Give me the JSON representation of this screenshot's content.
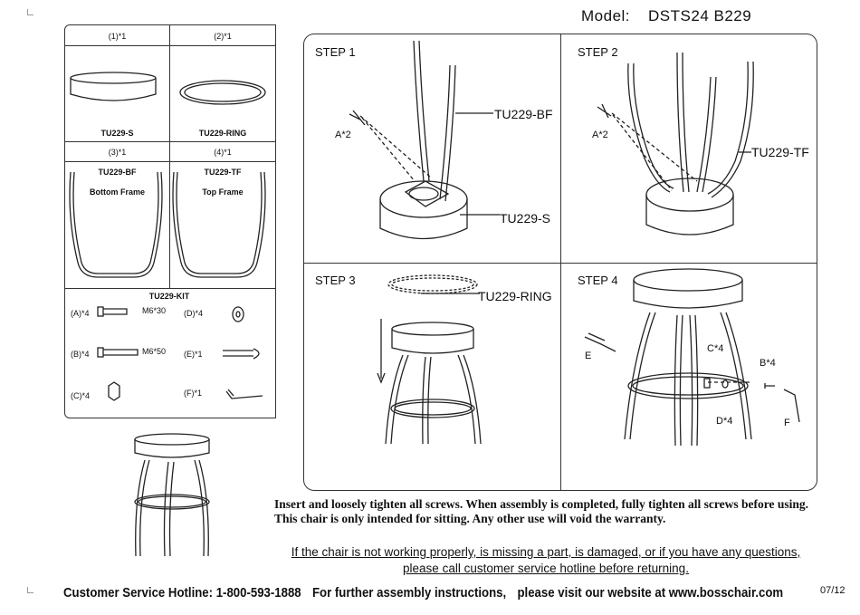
{
  "model": {
    "label": "Model:",
    "value": "DSTS24  B229"
  },
  "parts": {
    "seat": {
      "qty": "(1)*1",
      "name": "TU229-S"
    },
    "ring": {
      "qty": "(2)*1",
      "name": "TU229-RING"
    },
    "bottom_frame": {
      "qty": "(3)*1",
      "name": "TU229-BF",
      "desc": "Bottom Frame"
    },
    "top_frame": {
      "qty": "(4)*1",
      "name": "TU229-TF",
      "desc": "Top Frame"
    },
    "kit": {
      "title": "TU229-KIT",
      "items": [
        {
          "qty": "(A)*4",
          "spec": "M6*30"
        },
        {
          "qty": "(B)*4",
          "spec": "M6*50"
        },
        {
          "qty": "(C)*4",
          "spec": ""
        },
        {
          "qty": "(D)*4",
          "spec": ""
        },
        {
          "qty": "(E)*1",
          "spec": ""
        },
        {
          "qty": "(F)*1",
          "spec": ""
        }
      ]
    }
  },
  "steps": [
    {
      "title": "STEP 1",
      "labels": [
        "TU229-BF",
        "TU229-S",
        "A*2"
      ]
    },
    {
      "title": "STEP 2",
      "labels": [
        "TU229-TF",
        "A*2"
      ]
    },
    {
      "title": "STEP 3",
      "labels": [
        "TU229-RING"
      ]
    },
    {
      "title": "STEP 4",
      "labels": [
        "E",
        "C*4",
        "B*4",
        "D*4",
        "F"
      ]
    }
  ],
  "instructions": "Insert and loosely tighten all screws. When assembly is completed, fully tighten all screws before using. This chair is only intended for sitting. Any other use will void the warranty.",
  "warning": "If the chair is not working properly, is missing a part, is damaged, or if you have any questions, please call customer service hotline before returning.",
  "footer": {
    "hotline": "Customer Service Hotline: 1-800-593-1888",
    "more": "For further assembly instructions,",
    "website": "please visit our website at    www.bosschair.com"
  },
  "date": "07/12"
}
